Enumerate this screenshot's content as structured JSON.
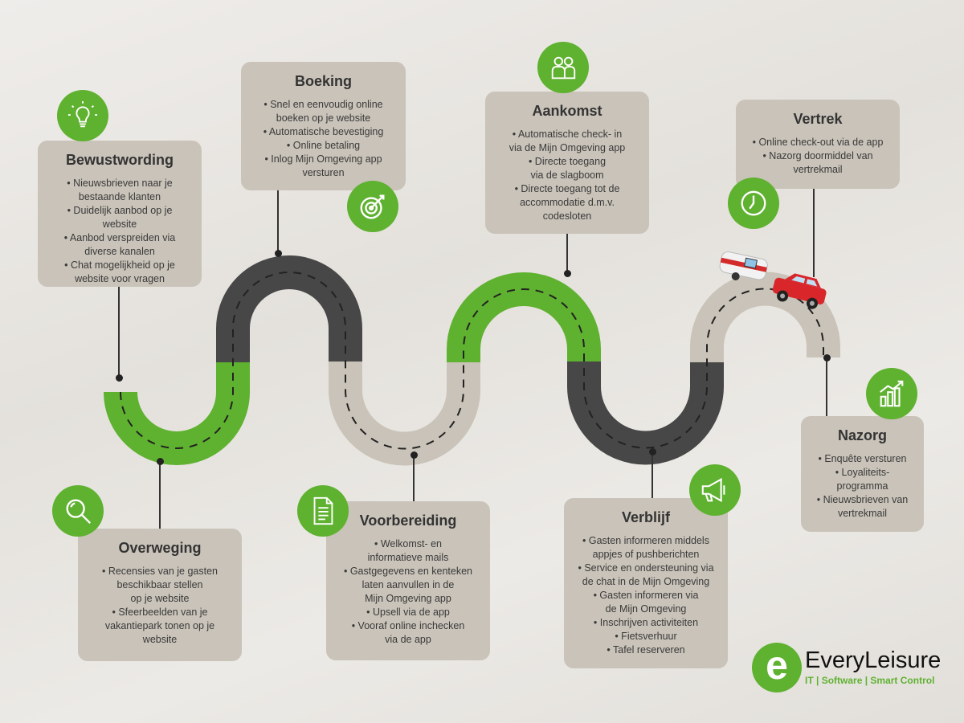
{
  "colors": {
    "accent": "#5fb130",
    "card": "#c9c3b9",
    "road_dark": "#474747",
    "road_light": "#c9c3b9"
  },
  "stages": [
    {
      "title": "Bewustwording",
      "icon": "lightbulb-icon",
      "items": [
        "• Nieuwsbrieven naar je\nbestaande klanten",
        "• Duidelijk aanbod op je\nwebsite",
        "• Aanbod verspreiden via\ndiverse kanalen",
        "• Chat mogelijkheid op je\nwebsite voor vragen"
      ]
    },
    {
      "title": "Boeking",
      "icon": "target-icon",
      "items": [
        "• Snel en eenvoudig online\nboeken op je website",
        "• Automatische bevestiging",
        "• Online betaling",
        "• Inlog Mijn Omgeving app\nversturen"
      ]
    },
    {
      "title": "Aankomst",
      "icon": "people-icon",
      "items": [
        "• Automatische check- in\nvia de Mijn Omgeving app",
        "• Directe toegang\nvia de slagboom",
        "• Directe toegang tot de\naccommodatie d.m.v.\ncodesloten"
      ]
    },
    {
      "title": "Vertrek",
      "icon": "clock-icon",
      "items": [
        "• Online check-out via de app",
        "• Nazorg doormiddel van\nvertrekmail"
      ]
    },
    {
      "title": "Overweging",
      "icon": "magnifier-icon",
      "items": [
        "• Recensies van je gasten\nbeschikbaar stellen\nop je website",
        "• Sfeerbeelden van je\nvakantiepark tonen op je\nwebsite"
      ]
    },
    {
      "title": "Voorbereiding",
      "icon": "document-icon",
      "items": [
        "• Welkomst- en\ninformatieve mails",
        "• Gastgegevens en kenteken\nlaten aanvullen in de\nMijn Omgeving app",
        "• Upsell via de app",
        "• Vooraf online inchecken\nvia de app"
      ]
    },
    {
      "title": "Verblijf",
      "icon": "megaphone-icon",
      "items": [
        "• Gasten informeren middels\nappjes of pushberichten",
        "• Service en ondersteuning via\nde chat in de Mijn Omgeving",
        "• Gasten informeren via\nde Mijn Omgeving",
        "• Inschrijven activiteiten",
        "• Fietsverhuur",
        "• Tafel reserveren"
      ]
    },
    {
      "title": "Nazorg",
      "icon": "bar-chart-icon",
      "items": [
        "• Enquête versturen",
        "• Loyaliteits-\nprogramma",
        "• Nieuwsbrieven van\nvertrekmail"
      ]
    }
  ],
  "logo": {
    "name": "EveryLeisure",
    "tagline": "IT | Software | Smart Control",
    "mark": "e"
  }
}
